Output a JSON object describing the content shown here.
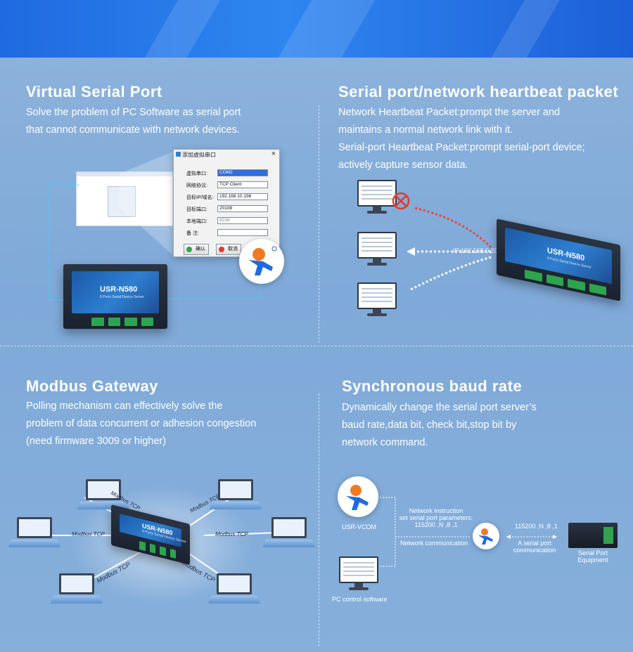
{
  "colors": {
    "accent_blue": "#1f6ae0",
    "device_face": "#1a5aa8",
    "terminal_green": "#2ea44f",
    "cross_red": "#e23a2e"
  },
  "sections": {
    "virtual": {
      "title": "Virtual Serial Port",
      "desc": [
        "Solve the problem of PC Software as serial port",
        "that cannot communicate with network devices."
      ],
      "dialog": {
        "title": "添加虚拟串口",
        "rows": [
          {
            "label": "虚拟串口:",
            "value": "COM2"
          },
          {
            "label": "网络协议:",
            "value": "TCP Client"
          },
          {
            "label": "目标IP/域名:",
            "value": "192.168.10.198"
          },
          {
            "label": "目标端口:",
            "value": "20108"
          },
          {
            "label": "本地端口:",
            "value": "8234"
          },
          {
            "label": "备  注:",
            "value": ""
          }
        ],
        "ok": "确认",
        "cancel": "取消"
      },
      "device": {
        "name": "USR-N580",
        "sub": "8 Ports Serial Device Server"
      }
    },
    "heartbeat": {
      "title": "Serial port/network heartbeat packet",
      "desc": [
        "Network Heartbeat Packet:prompt the server and",
        "maintains a normal network link with it.",
        "Serial-port Heartbeat Packet:prompt serial-port device;",
        "actively capture sensor data."
      ],
      "ip": "IP:192.168.0.200",
      "device": {
        "name": "USR-N580",
        "sub": "8 Ports Serial Device Server"
      }
    },
    "modbus": {
      "title": "Modbus Gateway",
      "desc": [
        "Polling mechanism can effectively solve the",
        "problem of data concurrent or adhesion congestion",
        "(need firmware 3009 or higher)"
      ],
      "link_label": "Modbus TCP",
      "device": {
        "name": "USR-N580",
        "sub": "8 Ports Serial Device Server"
      }
    },
    "baud": {
      "title": "Synchronous baud rate",
      "desc": [
        "Dynamically change the serial port server’s",
        "baud rate,data bit, check bit,stop bit by",
        "network command."
      ],
      "vcom": "USR-VCOM",
      "instruction": [
        "Network instruction",
        "set serial port parameters:",
        "115200 ,N ,8 ,1"
      ],
      "net_comm": "Network communication",
      "baud_value": "115200 ,N ,8 ,1",
      "serial_comm": [
        "A serial port",
        "communication"
      ],
      "equipment": [
        "Serial Port",
        "Equipment"
      ],
      "pc_software": "PC control software"
    }
  }
}
